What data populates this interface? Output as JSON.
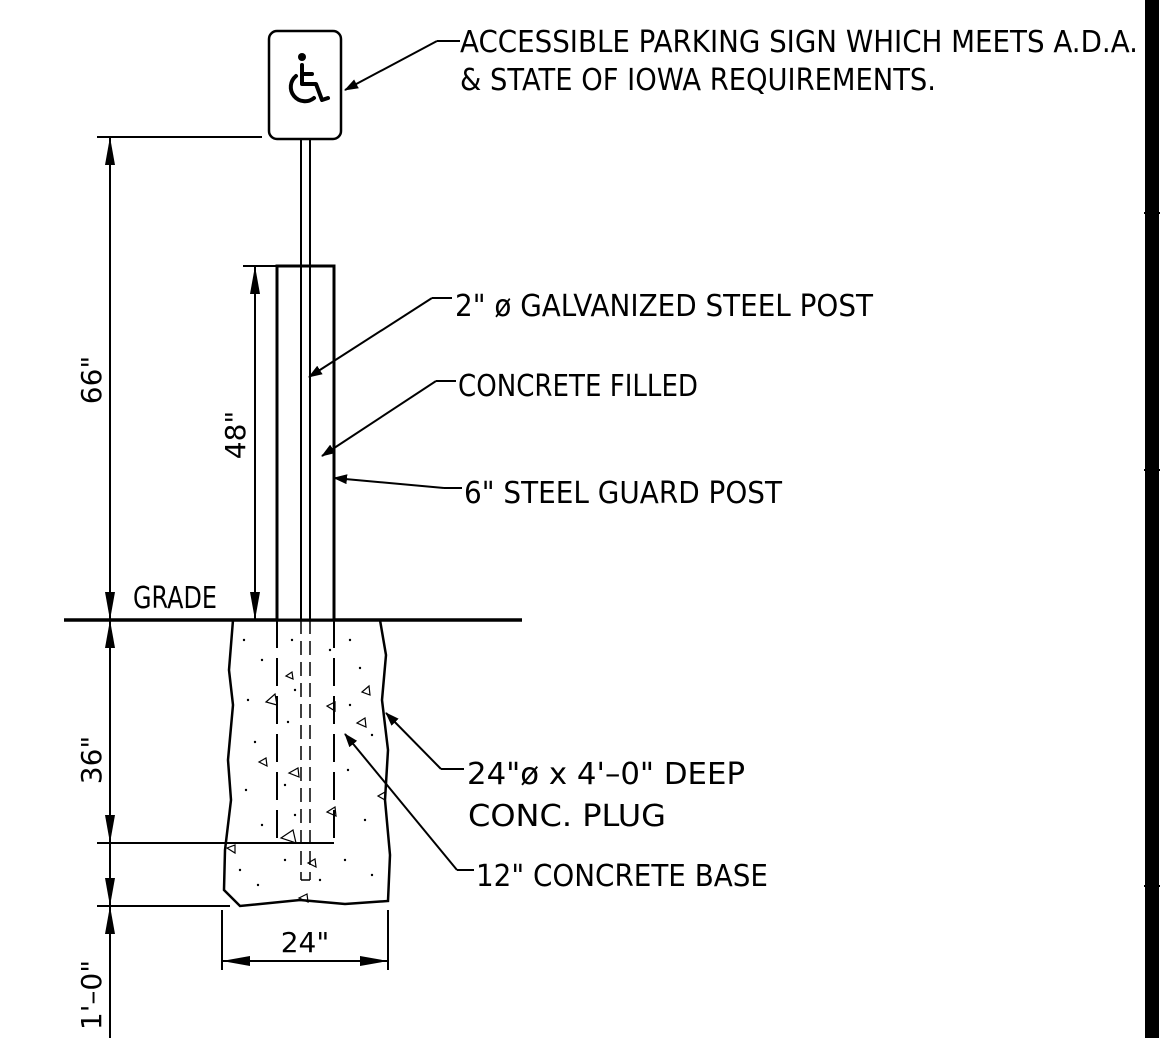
{
  "callouts": {
    "sign_line1": "ACCESSIBLE PARKING SIGN WHICH MEETS A.D.A.",
    "sign_line2": "& STATE OF IOWA REQUIREMENTS.",
    "steel_post": "2\" ø GALVANIZED STEEL POST",
    "concrete_filled": "CONCRETE FILLED",
    "guard_post": "6\" STEEL GUARD POST",
    "plug_line1": "24\"ø x 4'–0\" DEEP",
    "plug_line2": "CONC. PLUG",
    "concrete_base": "12\" CONCRETE BASE",
    "grade": "GRADE"
  },
  "dimensions": {
    "sign_height": "66\"",
    "guard_post_height": "48\"",
    "guard_post_embed": "36\"",
    "base_depth": "1'–0\"",
    "plug_width": "24\""
  },
  "icons": {
    "sign_symbol": "wheelchair-accessible-icon"
  }
}
